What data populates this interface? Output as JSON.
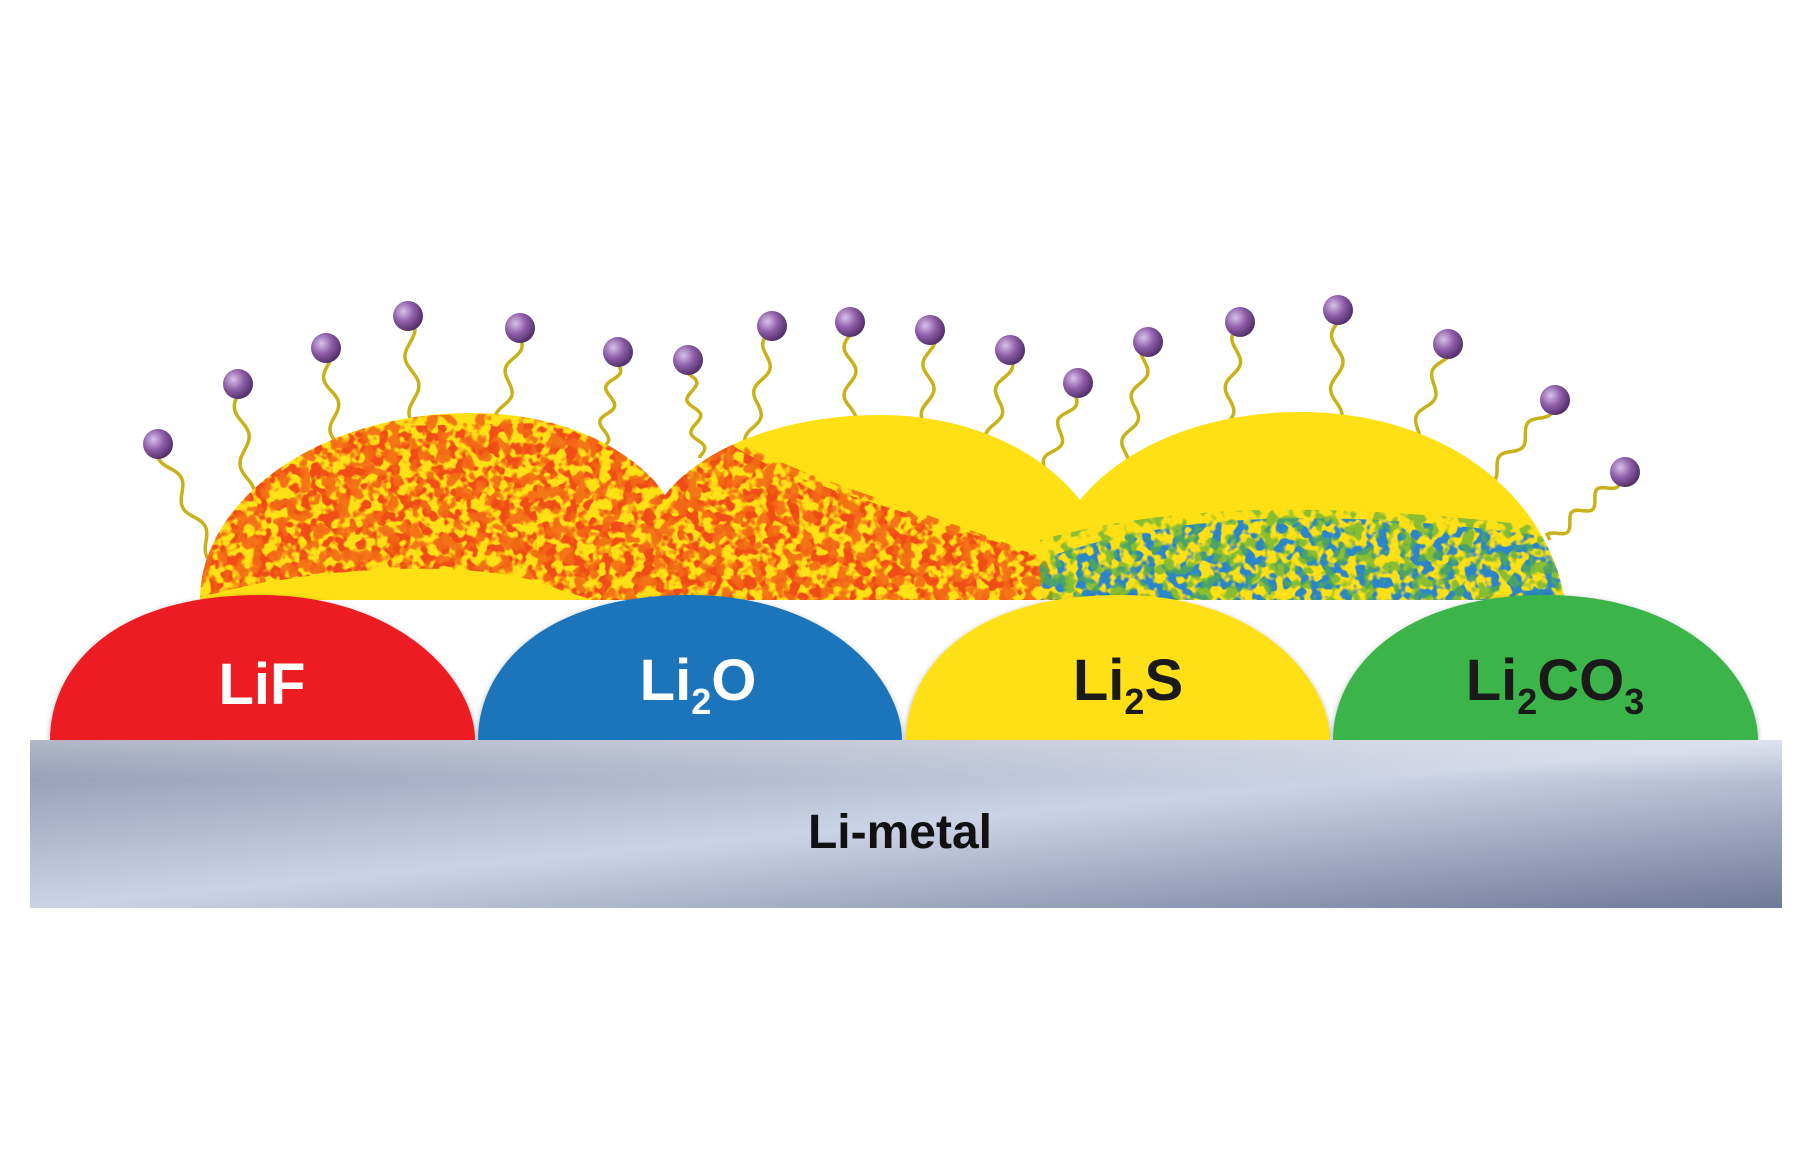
{
  "substrate": {
    "label": "Li-metal"
  },
  "grains": [
    {
      "id": "lif",
      "label_parts": [
        {
          "t": "LiF"
        }
      ],
      "color": "#ed1c24",
      "text_color": "#ffffff"
    },
    {
      "id": "li2o",
      "label_parts": [
        {
          "t": "Li"
        },
        {
          "t": "2",
          "sub": true
        },
        {
          "t": "O"
        }
      ],
      "color": "#1f74bb",
      "text_color": "#ffffff"
    },
    {
      "id": "li2s",
      "label_parts": [
        {
          "t": "Li"
        },
        {
          "t": "2",
          "sub": true
        },
        {
          "t": "S"
        }
      ],
      "color": "#ffe015",
      "text_color": "#1a1a1a"
    },
    {
      "id": "li2co3",
      "label_parts": [
        {
          "t": "Li"
        },
        {
          "t": "2",
          "sub": true
        },
        {
          "t": "CO"
        },
        {
          "t": "3",
          "sub": true
        }
      ],
      "color": "#3bb44a",
      "text_color": "#1a1a1a"
    }
  ],
  "colors": {
    "outer_yellow": "#ffe015",
    "orange_red": "#f04e16",
    "blue_spots": "#2a86c9",
    "chain": "#c9b11a",
    "ball": "#8e5ea8",
    "metal_light": "#cdd3e6",
    "metal_dark": "#6f7a98"
  }
}
